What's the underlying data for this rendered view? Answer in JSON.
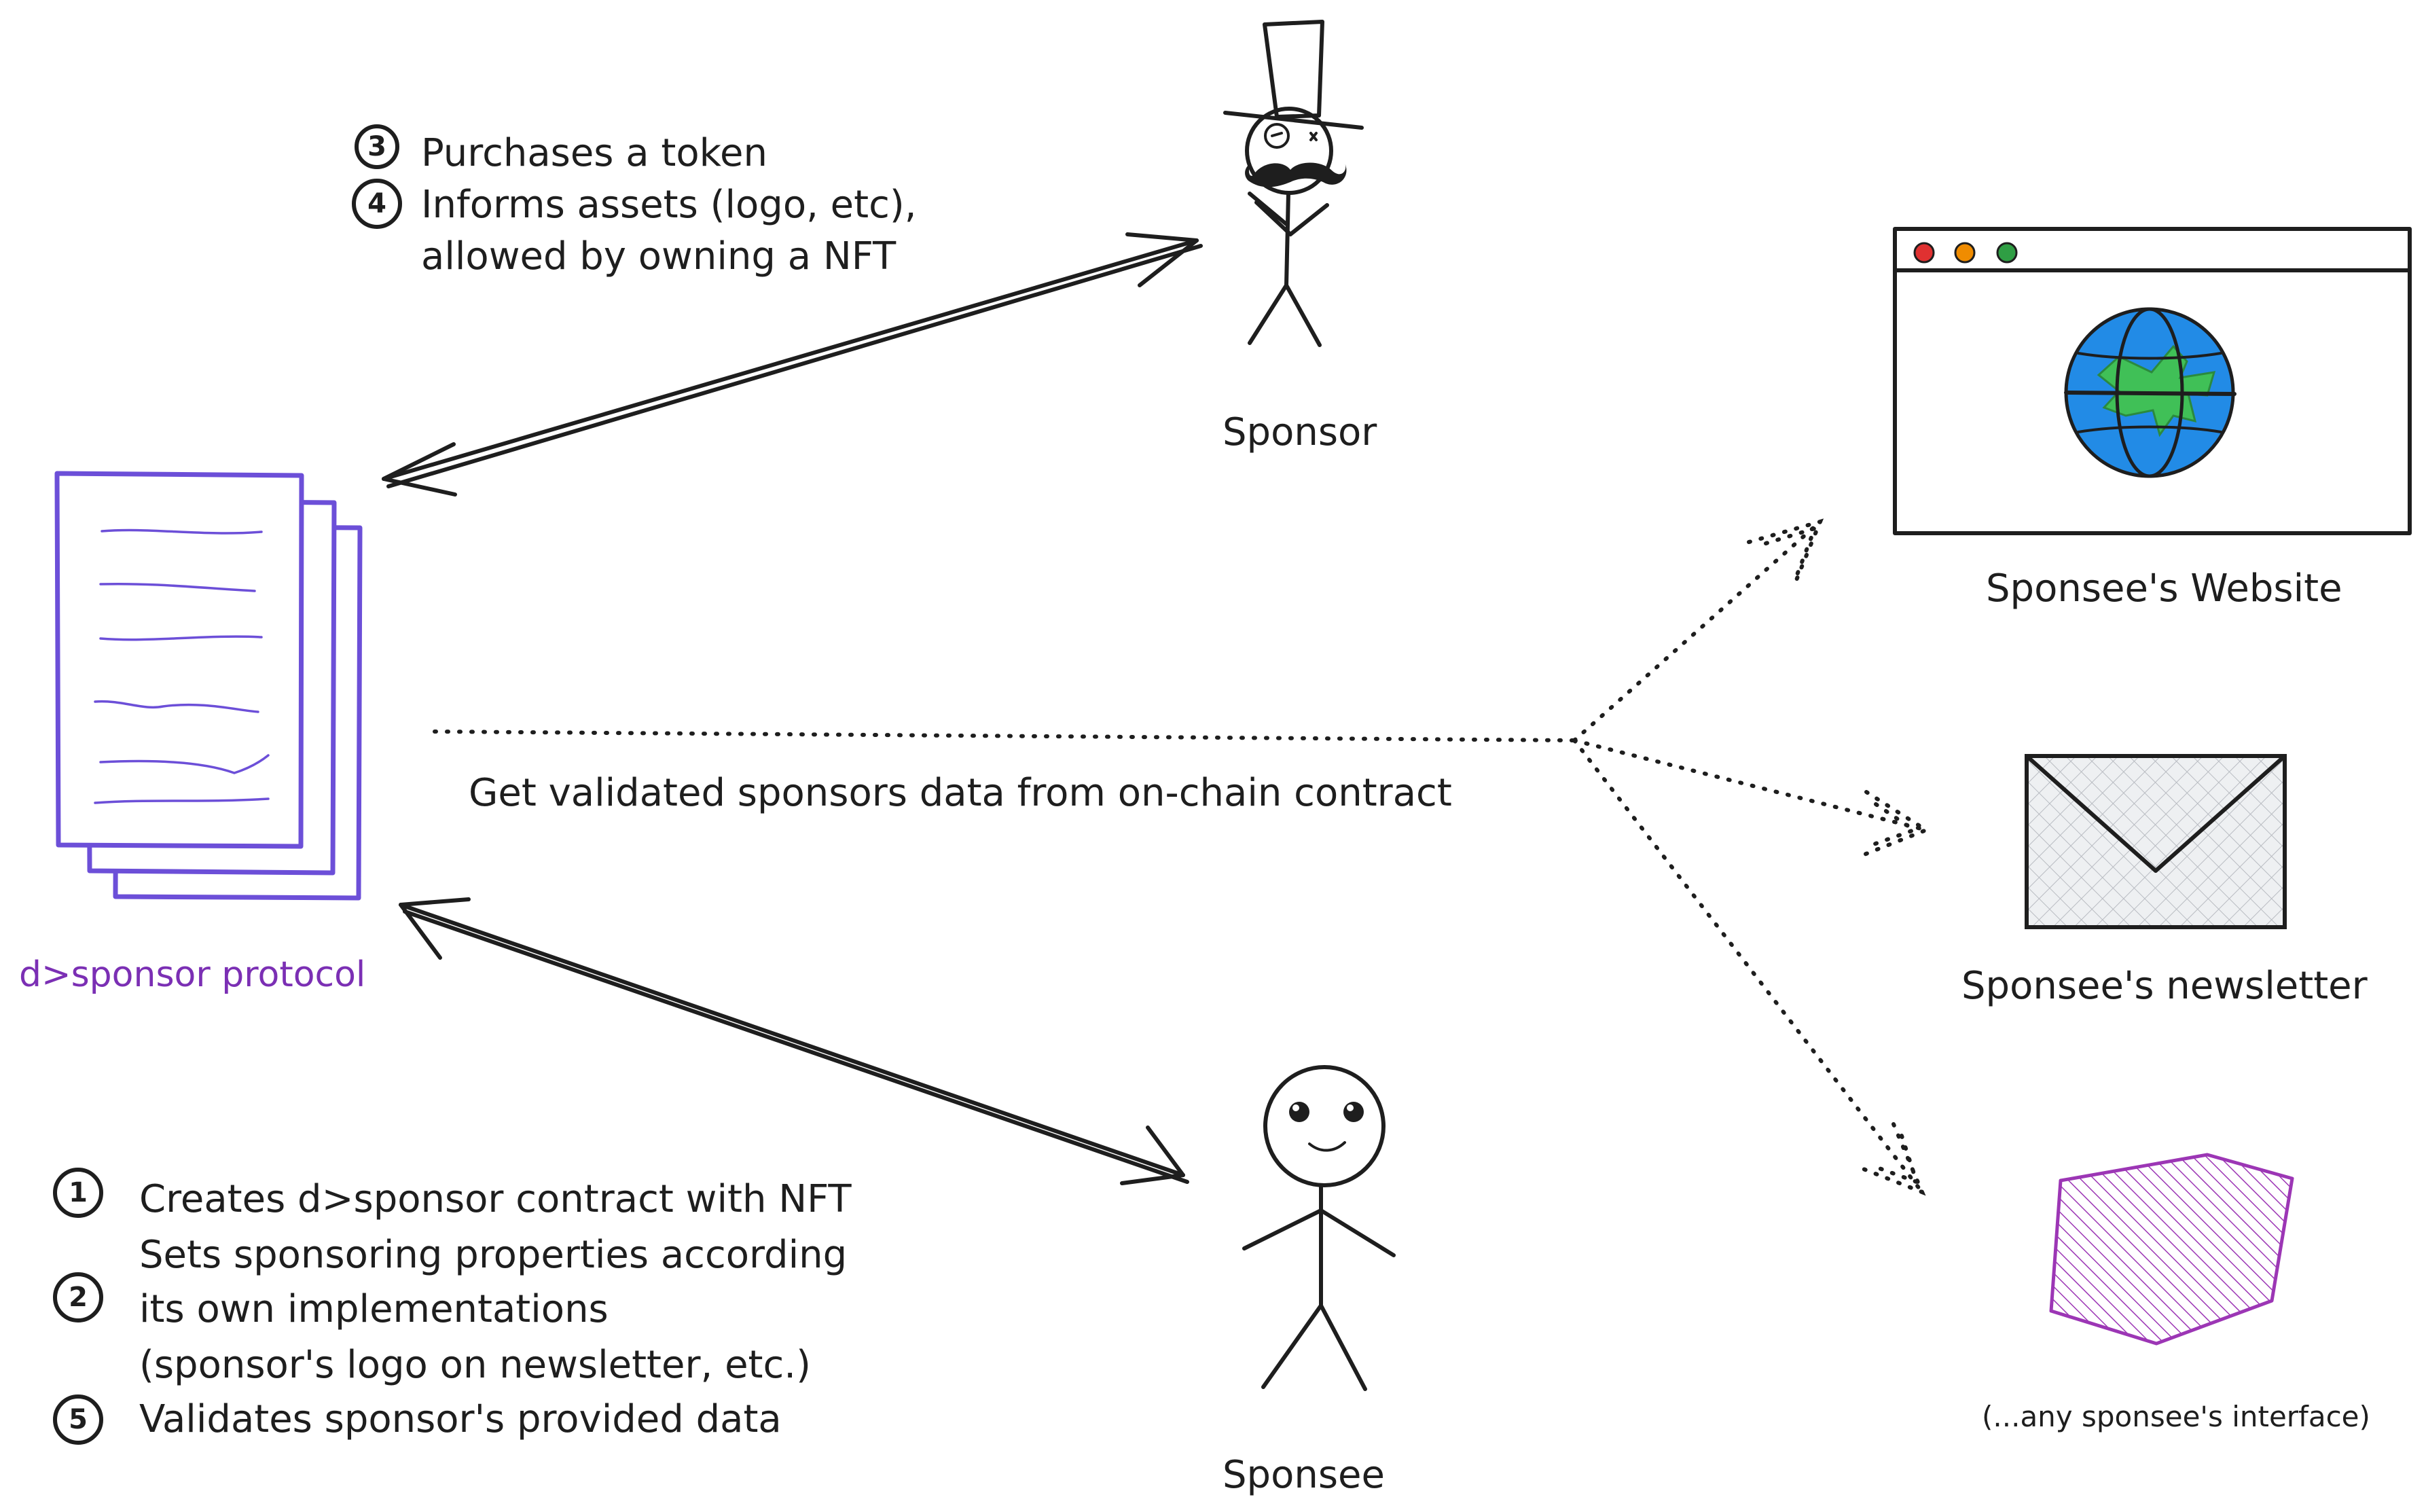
{
  "actors": {
    "sponsor": {
      "label": "Sponsor"
    },
    "sponsee": {
      "label": "Sponsee"
    }
  },
  "protocol": {
    "label": "d>sponsor protocol",
    "color": "#7b2fb4"
  },
  "sponsor_steps": [
    {
      "number": "3",
      "text": "Purchases a token"
    },
    {
      "number": "4",
      "text": "Informs assets (logo, etc),",
      "continuation": "allowed by owning a NFT"
    }
  ],
  "sponsee_steps": [
    {
      "number": "1",
      "text": "Creates d>sponsor contract with NFT"
    },
    {
      "number": "",
      "text": "Sets sponsoring properties according"
    },
    {
      "number": "2",
      "text": "its own implementations"
    },
    {
      "number": "",
      "text": "(sponsor's logo on newsletter, etc.)"
    },
    {
      "number": "5",
      "text": "Validates sponsor's provided data"
    }
  ],
  "data_flow": {
    "label": "Get validated sponsors data from on-chain contract"
  },
  "interfaces": {
    "website": {
      "label": "Sponsee's Website",
      "dot_colors": [
        "#e03131",
        "#f08c00",
        "#2f9e44"
      ],
      "globe_color": "#228be6",
      "land_color": "#40c057"
    },
    "newsletter": {
      "label": "Sponsee's newsletter"
    },
    "other": {
      "label": "(...any sponsee's interface)",
      "color": "#9c36b5"
    }
  }
}
